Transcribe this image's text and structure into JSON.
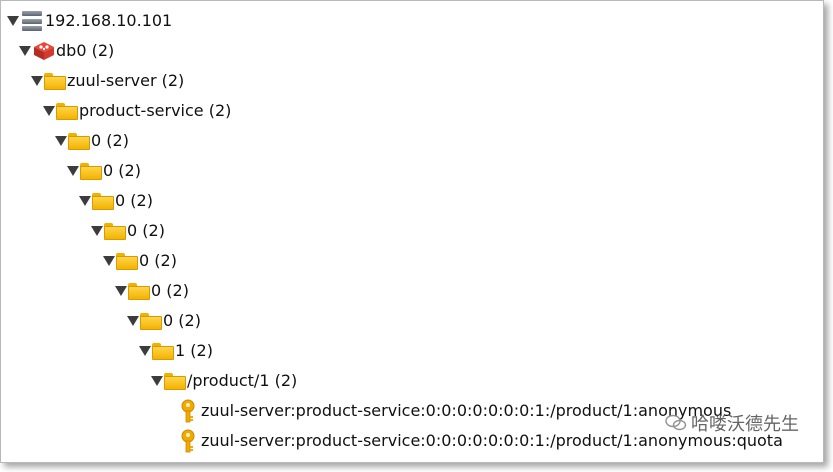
{
  "tree": {
    "server": {
      "label": "192.168.10.101"
    },
    "db": {
      "label": "db0  (2)"
    },
    "folders": [
      {
        "label": "zuul-server (2)"
      },
      {
        "label": "product-service (2)"
      },
      {
        "label": "0 (2)"
      },
      {
        "label": "0 (2)"
      },
      {
        "label": "0 (2)"
      },
      {
        "label": "0 (2)"
      },
      {
        "label": "0 (2)"
      },
      {
        "label": "0 (2)"
      },
      {
        "label": "0 (2)"
      },
      {
        "label": "1 (2)"
      },
      {
        "label": "/product/1 (2)"
      }
    ],
    "keys": [
      {
        "label": "zuul-server:product-service:0:0:0:0:0:0:0:1:/product/1:anonymous"
      },
      {
        "label": "zuul-server:product-service:0:0:0:0:0:0:0:1:/product/1:anonymous:quota"
      }
    ]
  },
  "watermark": {
    "text": "哈喽沃德先生"
  }
}
